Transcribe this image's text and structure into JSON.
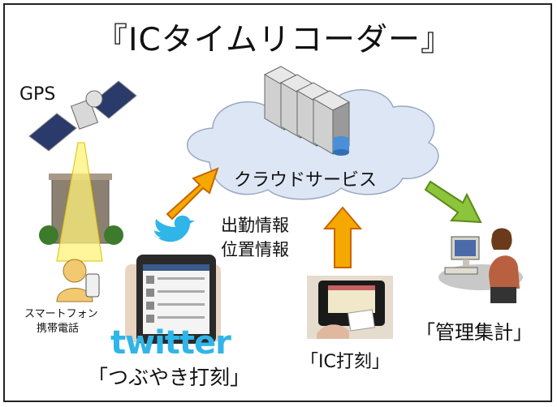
{
  "title": "『ICタイムリコーダー』",
  "gps_label": "GPS",
  "cloud_label": "クラウドサービス",
  "info_labels": [
    "出勤情報",
    "位置情報"
  ],
  "smartphone_label": [
    "スマートフォン",
    "携帯電話"
  ],
  "twitter_logo": "twitter",
  "tweet_label": "「つぶやき打刻」",
  "ic_label": "「IC打刻」",
  "management_label": "「管理集計」",
  "colors": {
    "arrow_fill": "#f5a800",
    "arrow_stroke": "#c86400",
    "green_arrow": "#8cc43c",
    "beam": "#fff27a",
    "cloud": "#dde6f4",
    "twitter_blue": "#30b5e8"
  }
}
